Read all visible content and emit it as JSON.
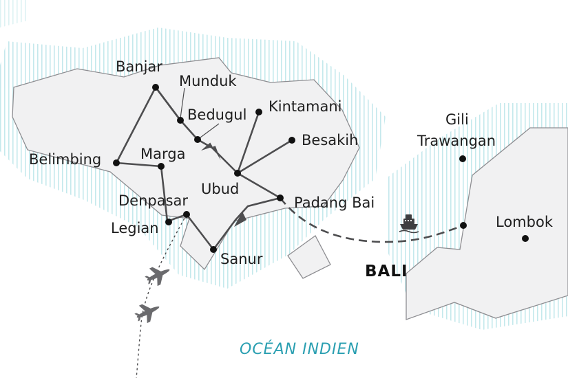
{
  "colors": {
    "land": "#f1f1f2",
    "coast": "#8e8e92",
    "hatch": "#bfe6ea",
    "route": "#4d4d4f",
    "ocean_label": "#2a9fb1",
    "dot": "#111111"
  },
  "labels": {
    "island": "BALI",
    "ocean": "OCÉAN INDIEN"
  },
  "places": {
    "banjar": "Banjar",
    "munduk": "Munduk",
    "bedugul": "Bedugul",
    "kintamani": "Kintamani",
    "besakih": "Besakih",
    "belimbing": "Belimbing",
    "marga": "Marga",
    "ubud": "Ubud",
    "denpasar": "Denpasar",
    "legian": "Legian",
    "padang_bai": "Padang Bai",
    "sanur": "Sanur",
    "gili_line1": "Gili",
    "gili_line2": "Trawangan",
    "lombok": "Lombok"
  },
  "icons": {
    "ferry": "ferry-icon",
    "airplane": "airplane-icon"
  }
}
